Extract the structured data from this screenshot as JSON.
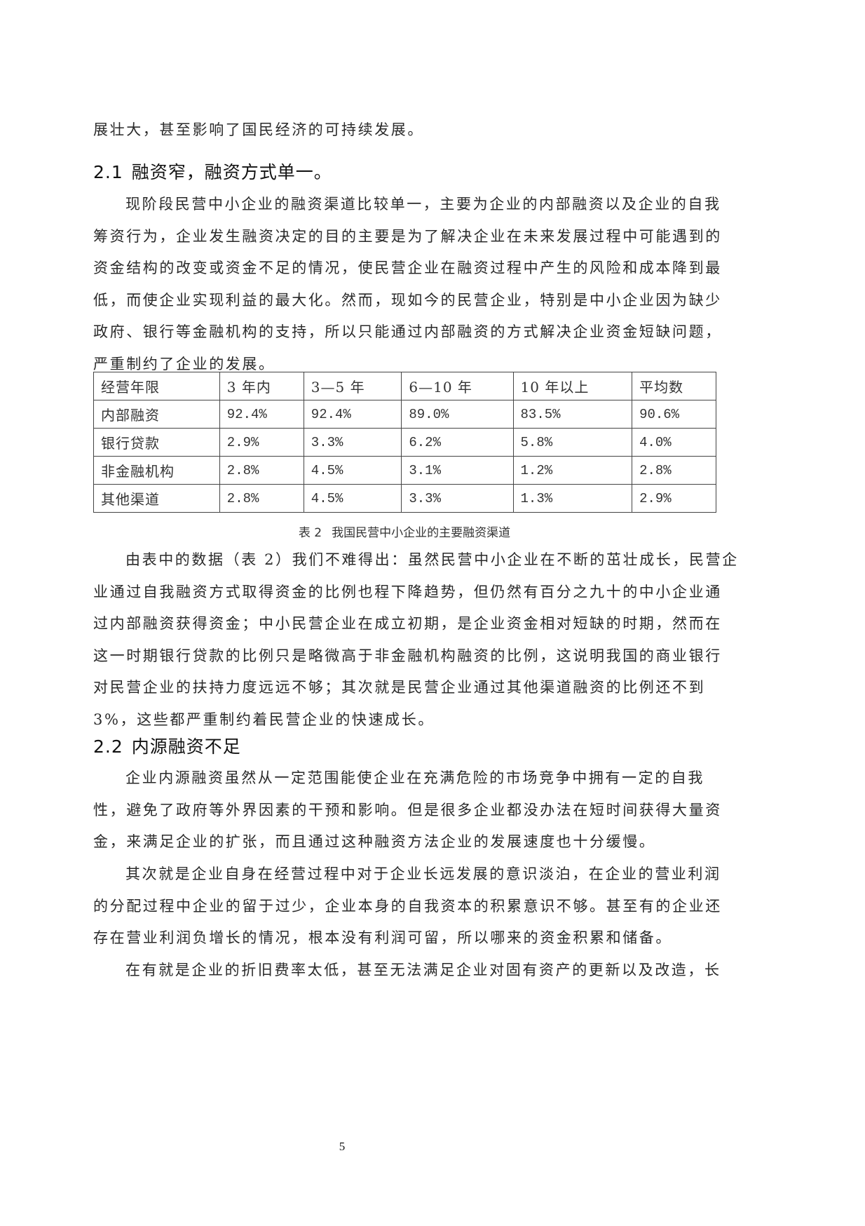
{
  "document": {
    "lead_line": "展壮大，甚至影响了国民经济的可持续发展。",
    "section_1": {
      "number": "2.1",
      "title": "融资窄，融资方式单一。",
      "paragraph_1_lines": [
        "现阶段民营中小企业的融资渠道比较单一，主要为企业的内部融资以及企业的自我",
        "筹资行为，企业发生融资决定的目的主要是为了解决企业在未来发展过程中可能遇到的",
        "资金结构的改变或资金不足的情况，使民营企业在融资过程中产生的风险和成本降到最",
        "低，而使企业实现利益的最大化。然而，现如今的民营企业，特别是中小企业因为缺少",
        "政府、银行等金融机构的支持，所以只能通过内部融资的方式解决企业资金短缺问题，",
        "严重制约了企业的发展。"
      ],
      "table": {
        "headers": [
          "经营年限",
          "3 年内",
          "3—5 年",
          "6—10 年",
          "10 年以上",
          "平均数"
        ],
        "rows": [
          [
            "内部融资",
            "92.4%",
            "92.4%",
            "89.0%",
            "83.5%",
            "90.6%"
          ],
          [
            "银行贷款",
            "2.9%",
            "3.3%",
            "6.2%",
            "5.8%",
            "4.0%"
          ],
          [
            "非金融机构",
            "2.8%",
            "4.5%",
            "3.1%",
            "1.2%",
            "2.8%"
          ],
          [
            "其他渠道",
            "2.8%",
            "4.5%",
            "3.3%",
            "1.3%",
            "2.9%"
          ]
        ],
        "caption_label": "表 2",
        "caption_text": "我国民营中小企业的主要融资渠道"
      },
      "paragraph_2_lines": [
        "由表中的数据（表 2）我们不难得出：虽然民营中小企业在不断的茁壮成长，民营企",
        "业通过自我融资方式取得资金的比例也程下降趋势，但仍然有百分之九十的中小企业通",
        "过内部融资获得资金；中小民营企业在成立初期，是企业资金相对短缺的时期，然而在",
        "这一时期银行贷款的比例只是略微高于非金融机构融资的比例，这说明我国的商业银行",
        "对民营企业的扶持力度远远不够；其次就是民营企业通过其他渠道融资的比例还不到",
        "3%，这些都严重制约着民营企业的快速成长。"
      ]
    },
    "section_2": {
      "number": "2.2",
      "title": "内源融资不足",
      "paragraph_1_lines": [
        "企业内源融资虽然从一定范围能使企业在充满危险的市场竞争中拥有一定的自我",
        "性，避免了政府等外界因素的干预和影响。但是很多企业都没办法在短时间获得大量资",
        "金，来满足企业的扩张，而且通过这种融资方法企业的发展速度也十分缓慢。"
      ],
      "paragraph_2_lines": [
        "其次就是企业自身在经营过程中对于企业长远发展的意识淡泊，在企业的营业利润",
        "的分配过程中企业的留于过少，企业本身的自我资本的积累意识不够。甚至有的企业还",
        "存在营业利润负增长的情况，根本没有利润可留，所以哪来的资金积累和储备。"
      ],
      "paragraph_3_lines": [
        "在有就是企业的折旧费率太低，甚至无法满足企业对固有资产的更新以及改造，长"
      ]
    },
    "page_number": "5"
  }
}
